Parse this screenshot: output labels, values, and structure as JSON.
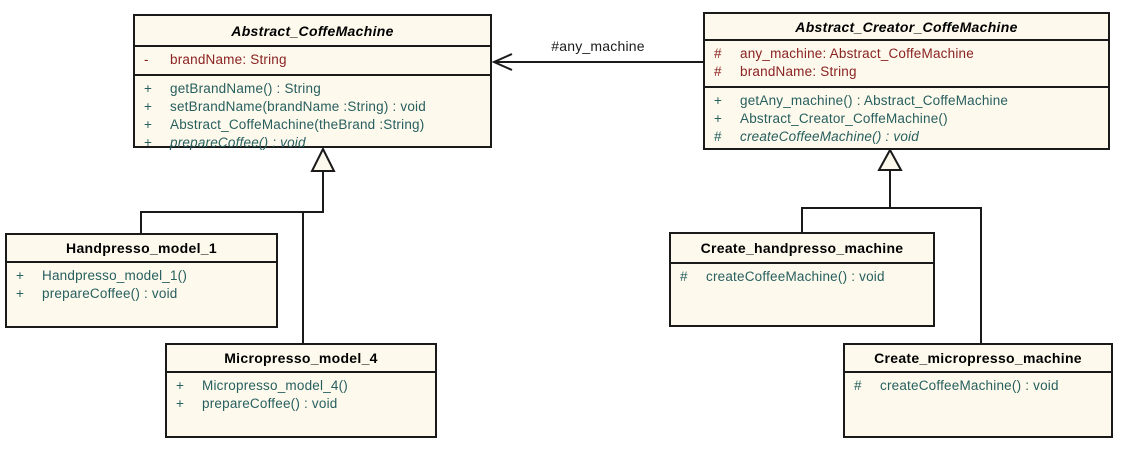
{
  "diagram": {
    "type": "uml-class-diagram",
    "association_label": "#any_machine",
    "colors": {
      "box_fill": "#FDF9EC",
      "border": "#1A1A1A",
      "attribute_text": "#8B2222",
      "method_text": "#275F5F",
      "title_text": "#000000"
    },
    "relationships": [
      {
        "kind": "association",
        "from": "Abstract_Creator_CoffeMachine",
        "to": "Abstract_CoffeMachine",
        "label": "#any_machine",
        "arrow": "open"
      },
      {
        "kind": "generalization",
        "from": "Handpresso_model_1",
        "to": "Abstract_CoffeMachine"
      },
      {
        "kind": "generalization",
        "from": "Micropresso_model_4",
        "to": "Abstract_CoffeMachine"
      },
      {
        "kind": "generalization",
        "from": "Create_handpresso_machine",
        "to": "Abstract_Creator_CoffeMachine"
      },
      {
        "kind": "generalization",
        "from": "Create_micropresso_machine",
        "to": "Abstract_Creator_CoffeMachine"
      }
    ]
  },
  "classes": [
    {
      "name": "Abstract_CoffeMachine",
      "abstract": true,
      "attributes": [
        {
          "vis": "-",
          "text": "brandName: String"
        }
      ],
      "methods": [
        {
          "vis": "+",
          "text": "getBrandName() : String"
        },
        {
          "vis": "+",
          "text": "setBrandName(brandName :String) : void"
        },
        {
          "vis": "+",
          "text": "Abstract_CoffeMachine(theBrand :String)"
        },
        {
          "vis": "+",
          "text": "prepareCoffee() : void",
          "abstract": true
        }
      ]
    },
    {
      "name": "Abstract_Creator_CoffeMachine",
      "abstract": true,
      "attributes": [
        {
          "vis": "#",
          "text": "any_machine: Abstract_CoffeMachine"
        },
        {
          "vis": "#",
          "text": "brandName: String"
        }
      ],
      "methods": [
        {
          "vis": "+",
          "text": "getAny_machine() : Abstract_CoffeMachine"
        },
        {
          "vis": "+",
          "text": "Abstract_Creator_CoffeMachine()"
        },
        {
          "vis": "#",
          "text": "createCoffeeMachine() : void",
          "abstract": true
        }
      ]
    },
    {
      "name": "Handpresso_model_1",
      "abstract": false,
      "attributes": [],
      "methods": [
        {
          "vis": "+",
          "text": "Handpresso_model_1()"
        },
        {
          "vis": "+",
          "text": "prepareCoffee() : void"
        }
      ]
    },
    {
      "name": "Micropresso_model_4",
      "abstract": false,
      "attributes": [],
      "methods": [
        {
          "vis": "+",
          "text": "Micropresso_model_4()"
        },
        {
          "vis": "+",
          "text": "prepareCoffee() : void"
        }
      ]
    },
    {
      "name": "Create_handpresso_machine",
      "abstract": false,
      "attributes": [],
      "methods": [
        {
          "vis": "#",
          "text": "createCoffeeMachine() : void"
        }
      ]
    },
    {
      "name": "Create_micropresso_machine",
      "abstract": false,
      "attributes": [],
      "methods": [
        {
          "vis": "#",
          "text": "createCoffeeMachine() : void"
        }
      ]
    }
  ]
}
